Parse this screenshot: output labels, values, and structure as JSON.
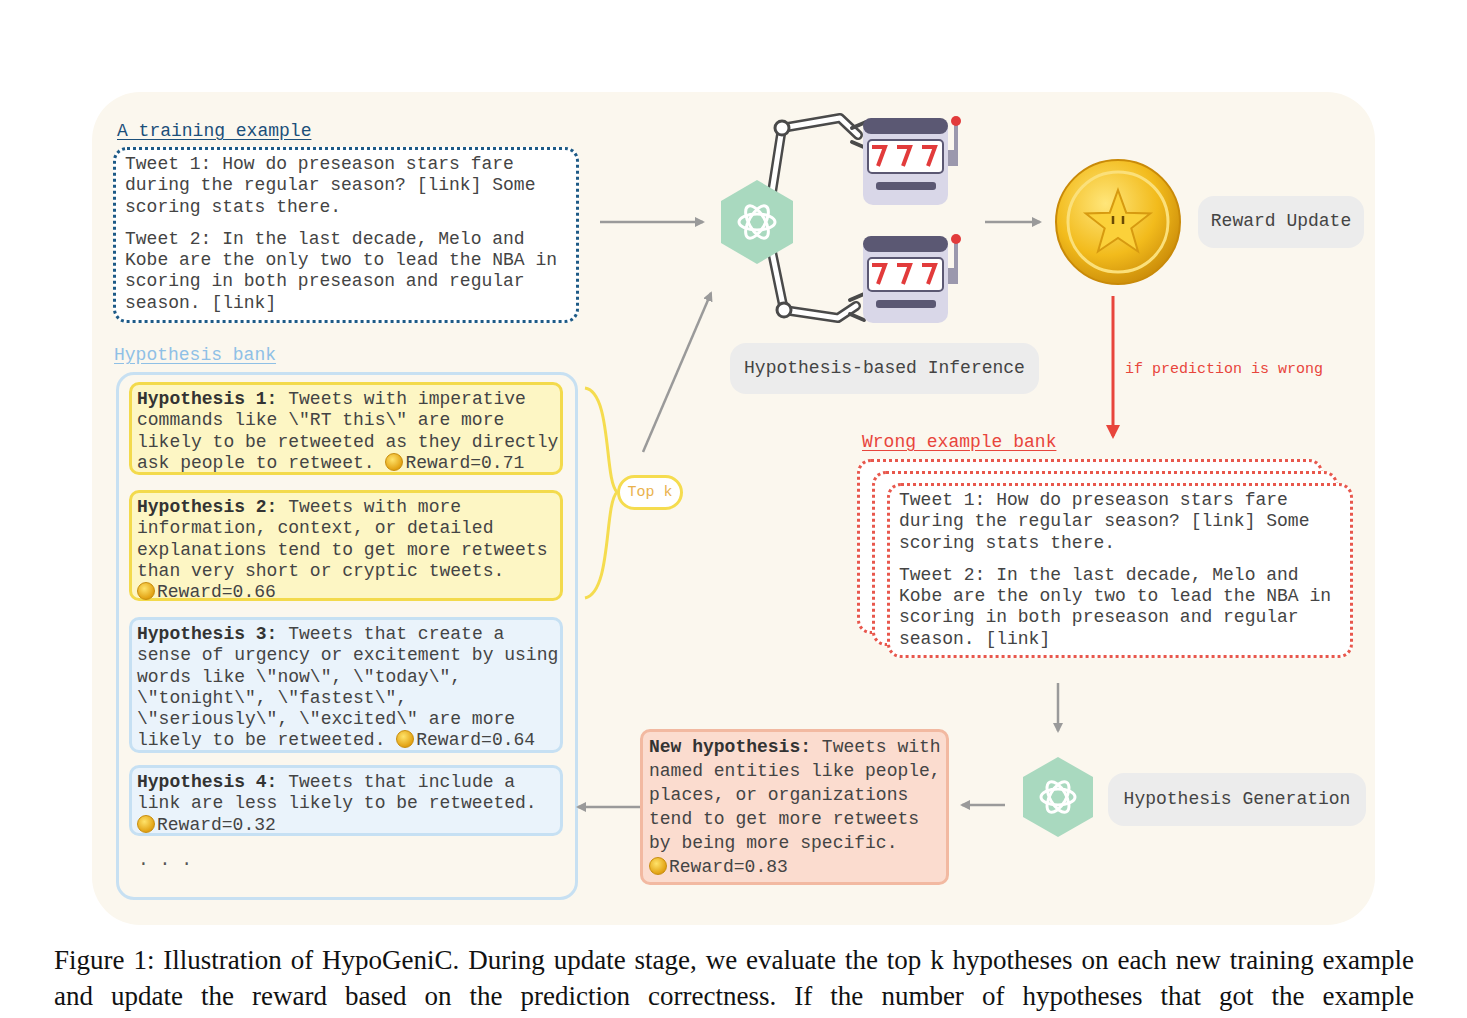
{
  "diagram": {
    "caption": "Figure 1: Illustration of HypoGeniC. During update stage, we evaluate the top k hypotheses on each new training example and update the reward based on the prediction correctness. If the number of hypotheses that got the example",
    "nodes": [
      {
        "text": [
          "A training example",
          "Tweet 1: How do preseason stars fare during the regular season? [link] Some scoring stats there.",
          "Tweet 2: In the last decade, Melo and Kobe are the only two to lead the NBA in scoring in both preseason and regular season. [link]"
        ]
      },
      {
        "text": [
          "Hypothesis bank"
        ]
      },
      {
        "text": [
          "Hypothesis 1:",
          "Tweets with imperative commands like \\\"RT this\\\" are more likely to be retweeted as they directly ask people to retweet.",
          "Reward=0.71"
        ],
        "in": 1
      },
      {
        "text": [
          "Hypothesis 2:",
          "Tweets with more information, context, or detailed explanations tend to get more retweets than very short or cryptic tweets.",
          "Reward=0.66"
        ],
        "in": 1
      },
      {
        "text": [
          "Hypothesis 3:",
          "Tweets that create a sense of urgency or excitement by using words like \\\"now\\\", \\\"today\\\", \\\"tonight\\\", \\\"fastest\\\", \\\"seriously\\\", \\\"excited\\\" are more likely to be retweeted.",
          "Reward=0.64"
        ],
        "in": 1
      },
      {
        "text": [
          "Hypothesis 4:",
          "Tweets that include a link are less likely to be retweeted.",
          "Reward=0.32"
        ],
        "in": 1
      },
      {
        "text": [
          "Top k"
        ]
      },
      {
        "text": [
          "Hypothesis-based Inference"
        ]
      },
      {
        "text": [
          "Reward Update"
        ]
      },
      {
        "text": [
          "Wrong example bank",
          "Tweet 1: How do preseason stars fare during the regular season? [link] Some scoring stats there.",
          "Tweet 2: In the last decade, Melo and Kobe are the only two to lead the NBA in scoring in both preseason and regular season. [link]"
        ]
      },
      {
        "text": [
          "Hypothesis Generation"
        ]
      },
      {
        "text": [
          "New hypothesis:",
          "Tweets with named entities like people, places, or organizations tend to get more retweets by being more specific.",
          "Reward=0.83"
        ]
      }
    ],
    "edges": [
      {
        "from": 11,
        "to": 1,
        "arrow": "to"
      }
    ],
    "labels": [
      "if prediction is wrong",
      ". . ."
    ]
  }
}
